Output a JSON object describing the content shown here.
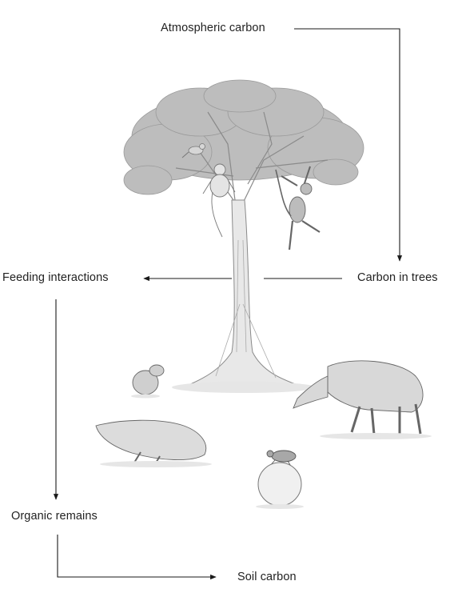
{
  "labels": {
    "atmospheric": "Atmospheric carbon",
    "trees": "Carbon in trees",
    "feeding": "Feeding interactions",
    "organic": "Organic remains",
    "soil": "Soil carbon"
  },
  "colors": {
    "text": "#222222",
    "arrow": "#1a1a1a",
    "illustration": "#8a8a8a",
    "foliage": "#b4b4b4",
    "shadow": "#e6e6e6"
  },
  "icons": [
    "tree-icon",
    "bird-icon",
    "monkey-icon",
    "spider-monkey-icon",
    "rodent-icon",
    "tapir-icon",
    "dead-animal-icon",
    "dung-beetle-icon",
    "dung-ball-icon"
  ]
}
